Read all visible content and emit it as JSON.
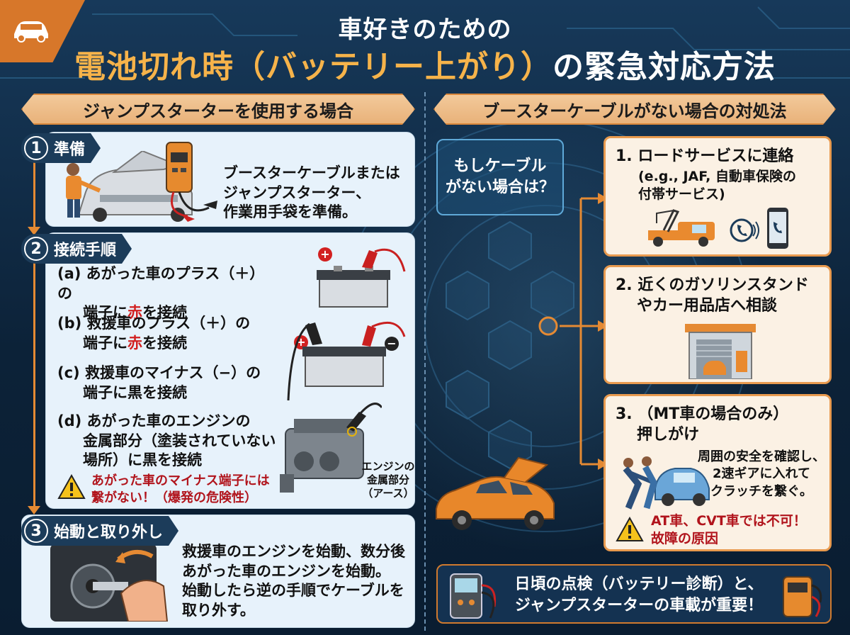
{
  "header": {
    "title_line1": "車好きのための",
    "title_line2_highlight": "電池切れ時（バッテリー上がり）",
    "title_line2_rest": "の緊急対応方法"
  },
  "left": {
    "banner": "ジャンプスターターを使用する場合",
    "step1": {
      "num": "1",
      "label": "準備",
      "text": [
        "ブースターケーブルまたは",
        "ジャンプスターター、",
        "作業用手袋を準備。"
      ]
    },
    "step2": {
      "num": "2",
      "label": "接続手順",
      "a": {
        "line1": "(a) あがった車のプラス（＋）の",
        "line2_pre": "端子に",
        "line2_red": "赤",
        "line2_post": "を接続"
      },
      "b": {
        "line1": "(b) 救援車のプラス（＋）の",
        "line2_pre": "端子に",
        "line2_red": "赤",
        "line2_post": "を接続"
      },
      "c": {
        "line1": "(c) 救援車のマイナス（−）の",
        "line2": "端子に黒を接続"
      },
      "d": {
        "line1": "(d) あがった車のエンジンの",
        "line2": "金属部分（塗装されていない",
        "line3": "場所）に黒を接続"
      },
      "warning": [
        "あがった車のマイナス端子には",
        "繋がない！（爆発の危険性）"
      ],
      "engine_label": [
        "エンジンの",
        "金属部分",
        "（アース）"
      ],
      "plus_sign": "+",
      "minus_sign": "−"
    },
    "step3": {
      "num": "3",
      "label": "始動と取り外し",
      "text": [
        "救援車のエンジンを始動、数分後",
        "あがった車のエンジンを始動。",
        "始動したら逆の手順でケーブルを",
        "取り外す。"
      ]
    }
  },
  "right": {
    "banner": "ブースターケーブルがない場合の対処法",
    "question": [
      "もしケーブル",
      "がない場合は？"
    ],
    "opt1": {
      "line1": "1. ロードサービスに連絡",
      "line2": "(e.g., JAF, 自動車保険の",
      "line3": "付帯サービス)"
    },
    "opt2": {
      "line1": "2. 近くのガソリンスタンド",
      "line2": "やカー用品店へ相談"
    },
    "opt3": {
      "line1": "3. （MT車の場合のみ）",
      "line2": "押しがけ",
      "detail": [
        "周囲の安全を確認し、",
        "2速ギアに入れて",
        "クラッチを繋ぐ。"
      ],
      "warning": [
        "AT車、CVT車では不可！",
        "故障の原因"
      ]
    },
    "bottom": [
      "日頃の点検（バッテリー診断）と、",
      "ジャンプスターターの車載が重要！"
    ]
  },
  "colors": {
    "accent_orange": "#e58a33",
    "navy": "#1c3c5a",
    "warning_red": "#b1141c",
    "title_gold": "#f6b34a"
  },
  "icons": [
    "car-logo-icon",
    "mechanic-icon",
    "jump-starter-icon",
    "battery-icon",
    "engine-icon",
    "key-ignition-icon",
    "tow-truck-icon",
    "phone-icon",
    "smartphone-icon",
    "gas-station-icon",
    "push-car-icon",
    "warning-icon",
    "battery-tester-icon",
    "orange-car-icon"
  ]
}
